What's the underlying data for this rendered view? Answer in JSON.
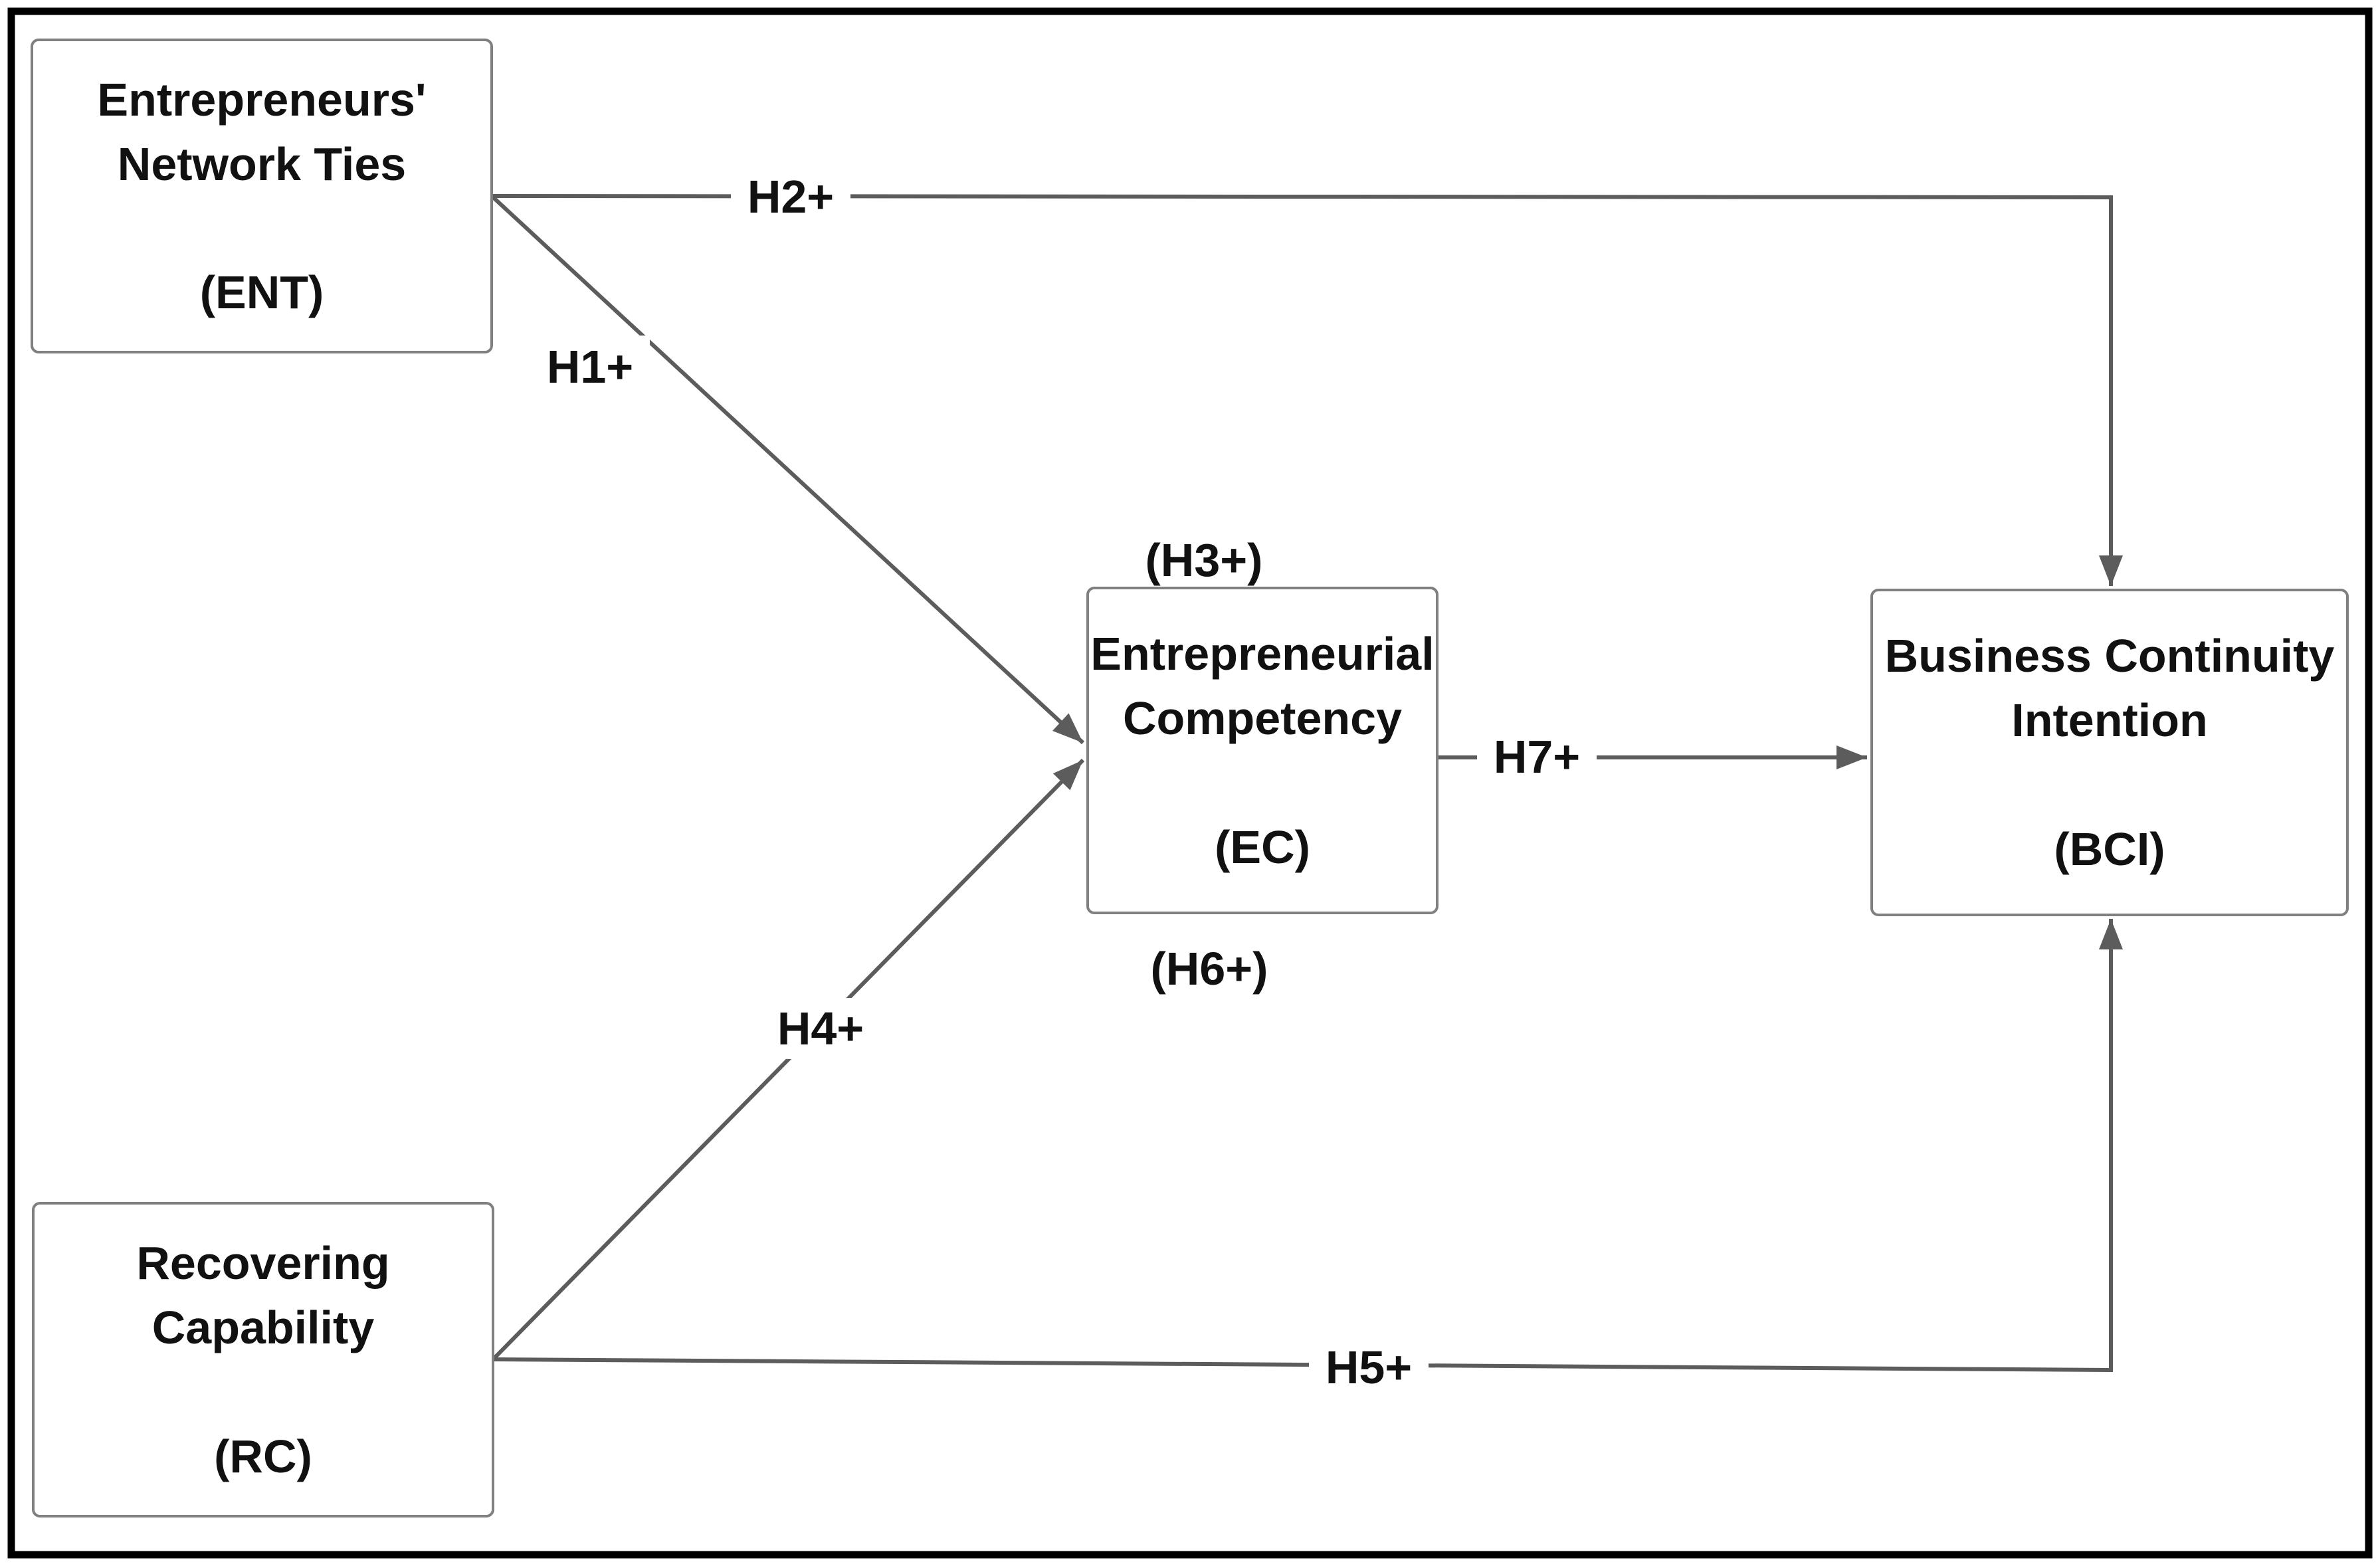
{
  "diagram": {
    "type": "conceptual-research-model",
    "nodes": {
      "ent": {
        "line1": "Entrepreneurs'",
        "line2": "Network Ties",
        "abbr": "(ENT)"
      },
      "rc": {
        "line1": "Recovering",
        "line2": "Capability",
        "abbr": "(RC)"
      },
      "ec": {
        "line1": "Entrepreneurial",
        "line2": "Competency",
        "abbr": "(EC)"
      },
      "bci": {
        "line1": "Business Continuity",
        "line2": "Intention",
        "abbr": "(BCI)"
      }
    },
    "edges": {
      "h1": {
        "label": "H1+"
      },
      "h2": {
        "label": "H2+"
      },
      "h3": {
        "label": "(H3+)"
      },
      "h4": {
        "label": "H4+"
      },
      "h5": {
        "label": "H5+"
      },
      "h6": {
        "label": "(H6+)"
      },
      "h7": {
        "label": "H7+"
      }
    },
    "colors": {
      "line": "#5c5c5c",
      "box_border": "#808080",
      "text": "#111111",
      "outer_border": "#000000",
      "background": "#ffffff"
    }
  }
}
